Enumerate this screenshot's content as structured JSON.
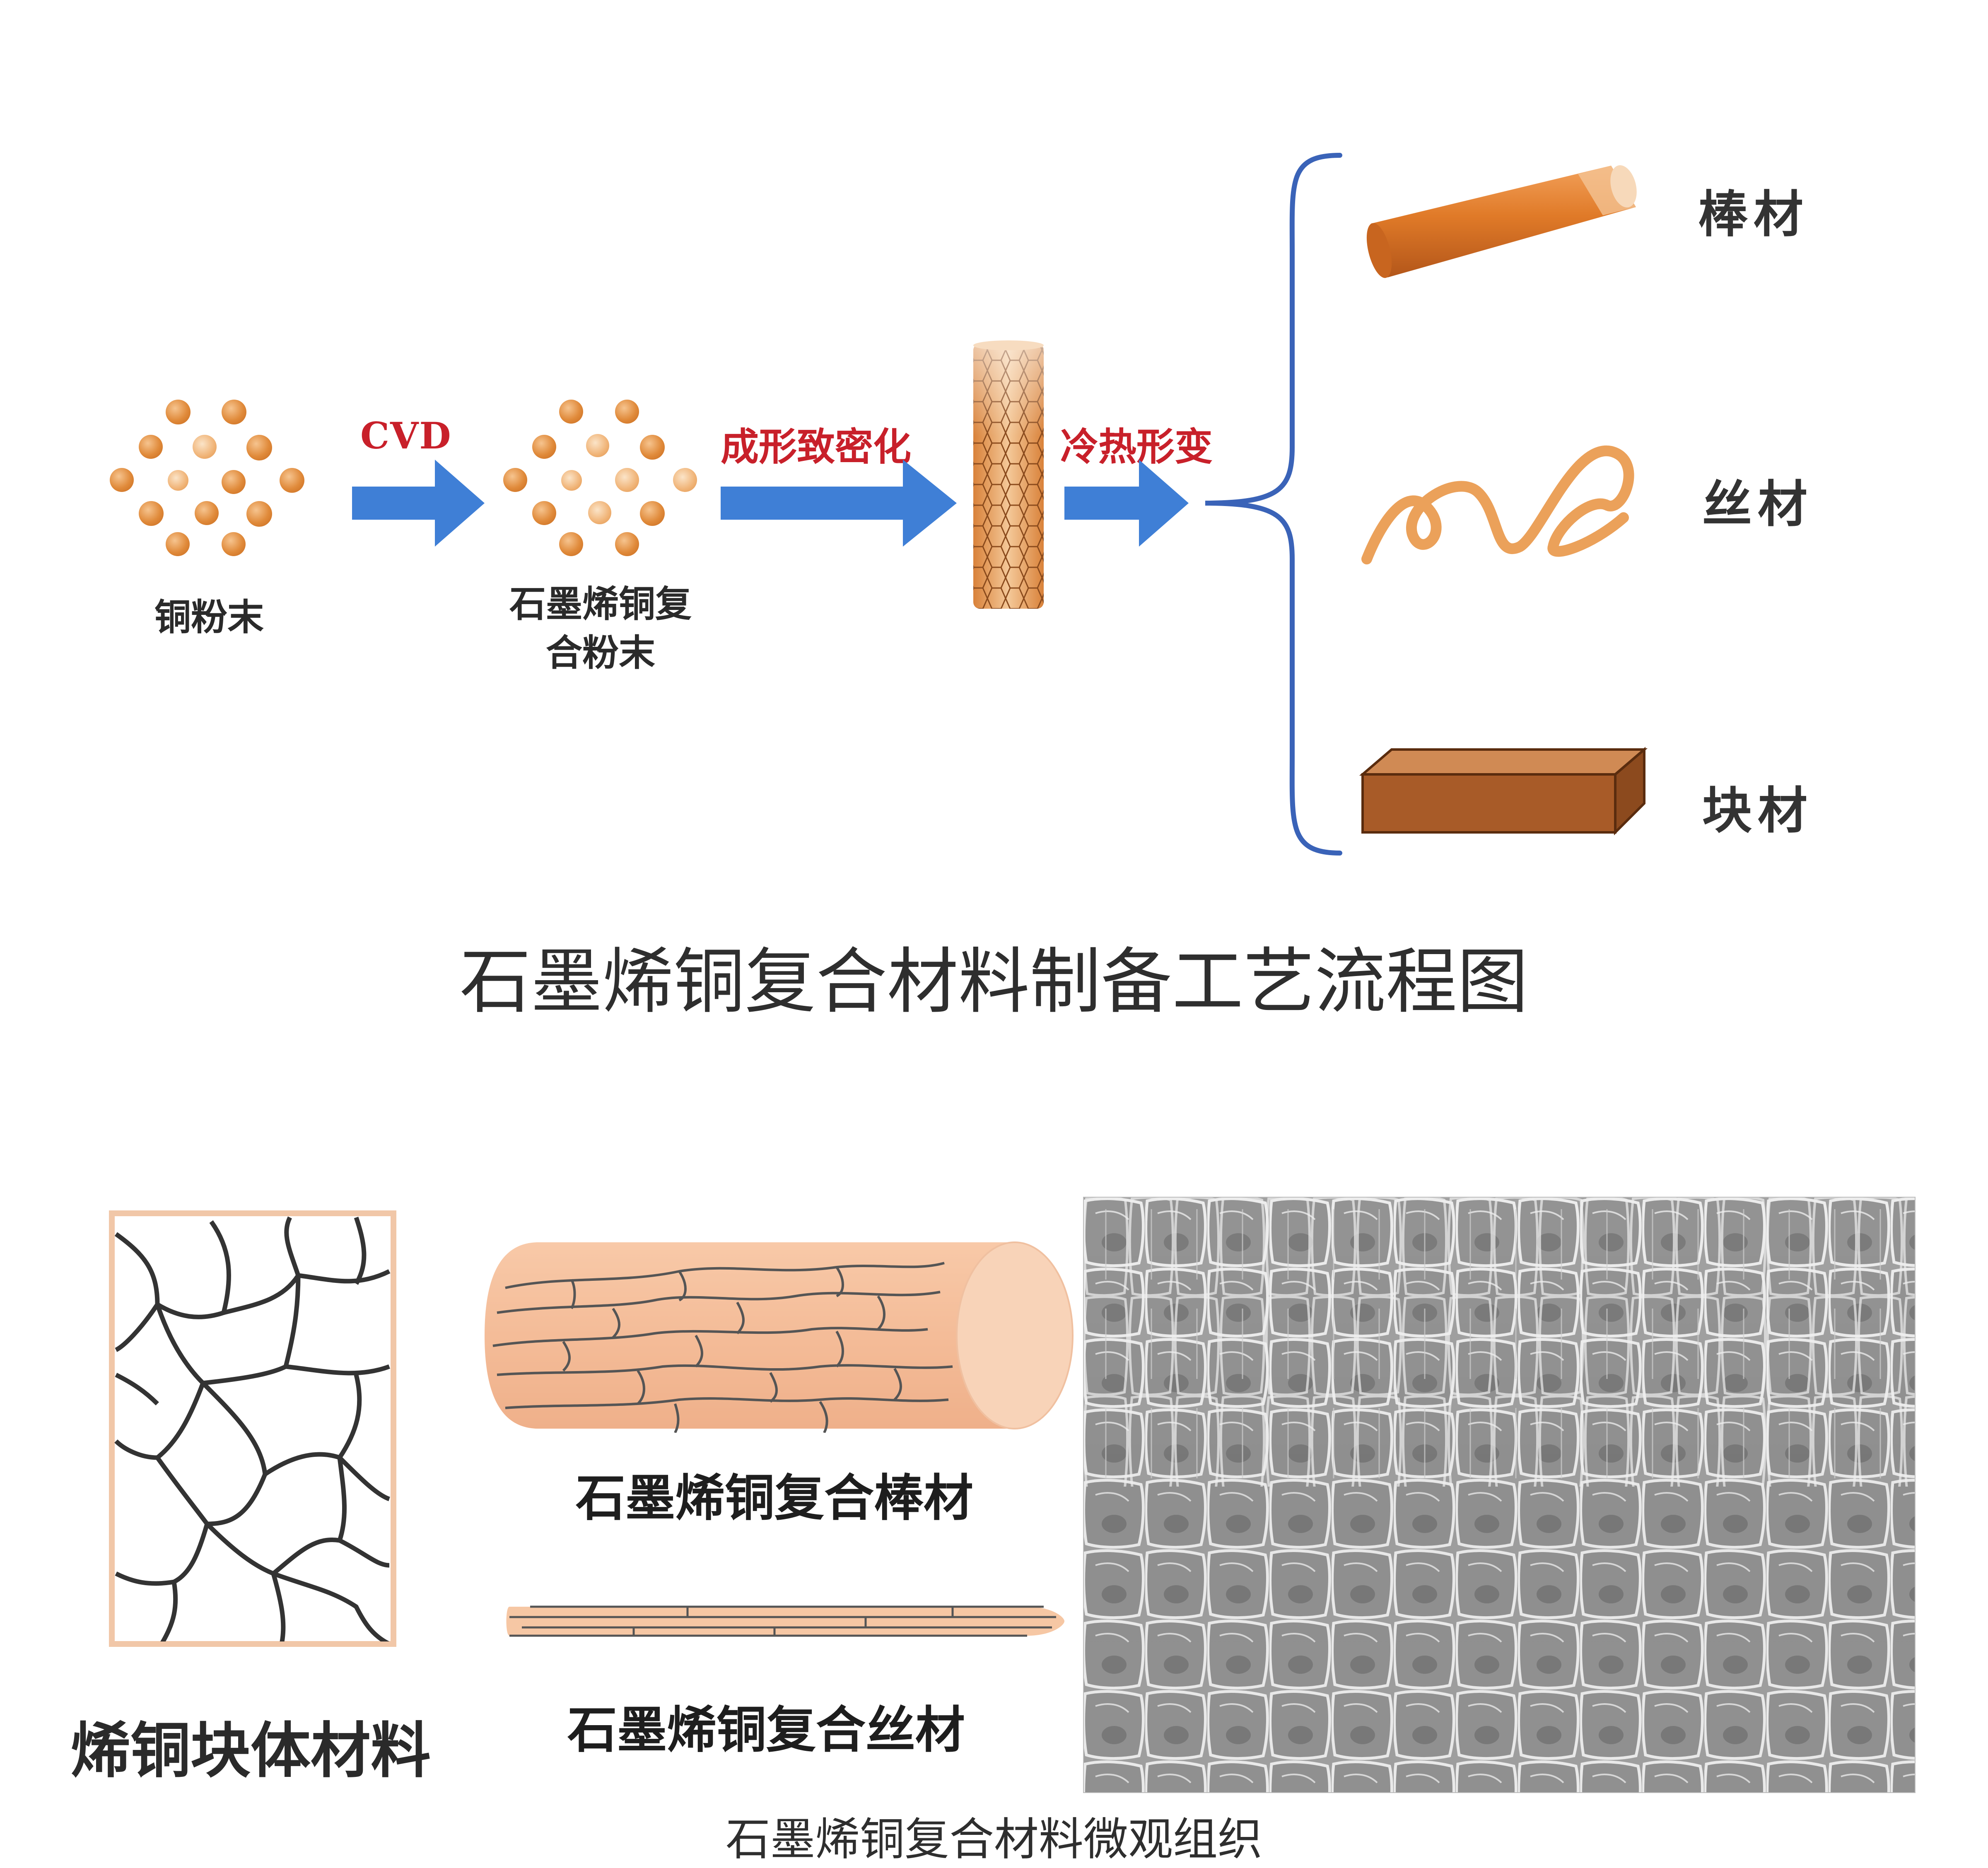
{
  "flow": {
    "step1_label": "铜粉末",
    "step2_label_line1": "石墨烯铜复",
    "step2_label_line2": "合粉末",
    "arrow1_label": "CVD",
    "arrow2_label": "成形致密化",
    "arrow3_label": "冷热形变",
    "products": [
      {
        "label": "棒材",
        "icon": "rod-icon"
      },
      {
        "label": "丝材",
        "icon": "wire-icon"
      },
      {
        "label": "块材",
        "icon": "block-icon"
      }
    ],
    "title": "石墨烯铜复合材料制备工艺流程图"
  },
  "micro": {
    "bulk_label": "烯铜块体材料",
    "rod_label": "石墨烯铜复合棒材",
    "wire_label": "石墨烯铜复合丝材",
    "caption": "石墨烯铜复合材料微观组织"
  },
  "colors": {
    "arrow_blue": "#3f7fd6",
    "brace_blue": "#3a63b8",
    "copper": "#e08a3a",
    "label_red": "#c8202a"
  }
}
